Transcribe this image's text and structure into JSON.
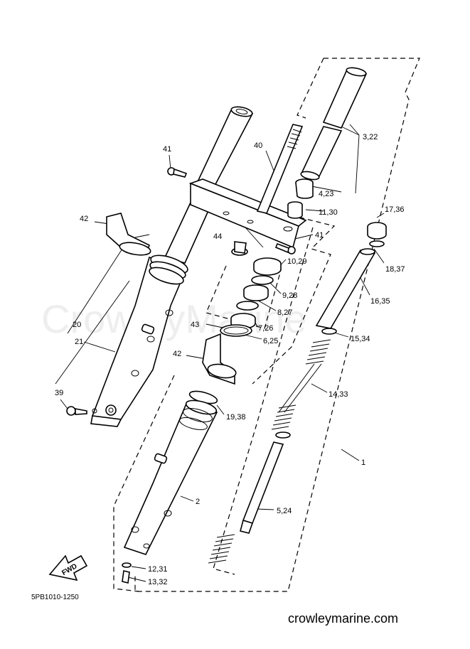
{
  "watermark": "CrowleyMarine",
  "drawing_code": "5PB1010-1250",
  "footer_url": "crowleymarine.com",
  "direction_arrow": "FWD",
  "callouts": {
    "c1": "1",
    "c2": "2",
    "c3_22": "3,22",
    "c4_23": "4,23",
    "c5_24": "5,24",
    "c6_25": "6,25",
    "c7_26": "7,26",
    "c8_27": "8,27",
    "c9_28": "9,28",
    "c10_29": "10,29",
    "c11_30": "11,30",
    "c12_31": "12,31",
    "c13_32": "13,32",
    "c14_33": "14,33",
    "c15_34": "15,34",
    "c16_35": "16,35",
    "c17_36": "17,36",
    "c18_37": "18,37",
    "c19_38": "19,38",
    "c20": "20",
    "c21": "21",
    "c39": "39",
    "c40": "40",
    "c41_top": "41",
    "c41_right": "41",
    "c42_left": "42",
    "c42_mid": "42",
    "c43": "43",
    "c44": "44"
  }
}
